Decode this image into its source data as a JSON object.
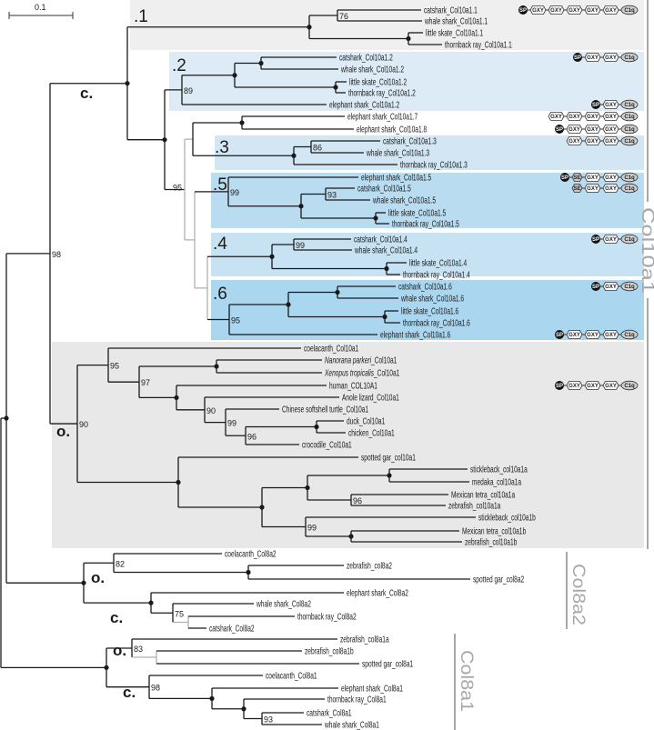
{
  "scale_bar": "0.1",
  "gene_families": [
    "Col10a1",
    "Col8a2",
    "Col8a1"
  ],
  "clade_labels": [
    ".1",
    ".2",
    ".3",
    ".5",
    ".4",
    ".6"
  ],
  "group_labels": [
    "c.",
    "o.",
    "o.",
    "c.",
    "o.",
    "c."
  ],
  "colors": {
    "branch": "#1a1a1a",
    "branch_gray": "#b0b0b0",
    "clade_1_bg": "#efefef",
    "clade_2_bg": "#dcebf5",
    "clade_3_bg": "#d3e6f3",
    "clade_5_bg": "#b9dcf0",
    "clade_4_bg": "#c6e2f3",
    "clade_6_bg": "#aad6ef",
    "osteichthyes_bg": "#e8e8e8",
    "family_label": "#a8a8a8"
  },
  "leaves": [
    {
      "text": "catshark_Col10a1.1"
    },
    {
      "text": "whale shark_Col10a1.1"
    },
    {
      "text": "little skate_Col10a1.1"
    },
    {
      "text": "thornback ray_Col10a1.1"
    },
    {
      "text": "catshark_Col10a1.2"
    },
    {
      "text": "whale shark_Col10a1.2"
    },
    {
      "text": "little skate_Col10a1.2"
    },
    {
      "text": "thornback ray_Col10a1.2"
    },
    {
      "text": "elephant shark_Col10a1.2"
    },
    {
      "text": "elephant shark_Col10a1.7"
    },
    {
      "text": "elephant shark_Col10a1.8"
    },
    {
      "text": "catshark_Col10a1.3"
    },
    {
      "text": "whale shark_Col10a1.3"
    },
    {
      "text": "thornback ray_Col10a1.3"
    },
    {
      "text": "elephant shark_Col10a1.5"
    },
    {
      "text": "catshark_Col10a1.5"
    },
    {
      "text": "whale shark_Col10a1.5"
    },
    {
      "text": "little skate_Col10a1.5"
    },
    {
      "text": "thornback ray_Col10a1.5"
    },
    {
      "text": "catshark_Col10a1.4"
    },
    {
      "text": "whale shark_Col10a1.4"
    },
    {
      "text": "little skate_Col10a1.4"
    },
    {
      "text": "thornback ray_Col10a1.4"
    },
    {
      "text": "catshark_Col10a1.6"
    },
    {
      "text": "whale shark_Col10a1.6"
    },
    {
      "text": "little skate_Col10a1.6"
    },
    {
      "text": "thornback ray_Col10a1.6"
    },
    {
      "text": "elephant shark_Col10a1.6"
    },
    {
      "text": "coelacanth_Col10a1"
    },
    {
      "italic": "Nanorana parkeri",
      "text": "_Col10a1"
    },
    {
      "italic": "Xenopus tropicalis",
      "text": "_Col10a1"
    },
    {
      "text": "human_COL10A1"
    },
    {
      "text": "Anole lizard_Col10a1"
    },
    {
      "text": "Chinese softshell turtle_Col10a1"
    },
    {
      "text": "duck_Col10a1"
    },
    {
      "text": "chicken_Col10a1"
    },
    {
      "text": "crocodile_Col10a1"
    },
    {
      "text": "spotted gar_col10a1"
    },
    {
      "text": "stickleback_col10a1a"
    },
    {
      "text": "medaka_col10a1a"
    },
    {
      "text": "Mexican tetra_col10a1a"
    },
    {
      "text": "zebrafish_col10a1a"
    },
    {
      "text": "stickleback_col10a1b"
    },
    {
      "text": "Mexican tetra_col10a1b"
    },
    {
      "text": "zebrafish_col10a1b"
    },
    {
      "text": "coelacanth_Col8a2"
    },
    {
      "text": "zebrafish_col8a2"
    },
    {
      "text": "spotted gar_col8a2"
    },
    {
      "text": "elephant shark_Col8a2"
    },
    {
      "text": "whale shark_Col8a2"
    },
    {
      "text": "thornback ray_Col8a2"
    },
    {
      "text": "catshark_Col8a2"
    },
    {
      "text": "zebrafish_col8a1a"
    },
    {
      "text": "zebrafish_col8a1b"
    },
    {
      "text": "spotted gar_col8a1"
    },
    {
      "text": "coelacanth_Col8a1"
    },
    {
      "text": "elephant shark_Col8a1"
    },
    {
      "text": "thornback ray_Col8a1"
    },
    {
      "text": "catshark_Col8a1"
    },
    {
      "text": "whale shark_Col8a1"
    }
  ],
  "bootstrap": [
    "76",
    "89",
    "86",
    "93",
    "99",
    "99",
    "95",
    "95",
    "98",
    "95",
    "97",
    "90",
    "99",
    "96",
    "96",
    "99",
    "90",
    "82",
    "75",
    "83",
    "98",
    "93"
  ],
  "domain_architectures": [
    {
      "leaf": "catshark_Col10a1.1",
      "parts": [
        "SP",
        "GXY",
        "GXY",
        "GXY",
        "GXY",
        "GXY",
        "C1q"
      ]
    },
    {
      "leaf": "catshark_Col10a1.2",
      "parts": [
        "SP",
        "GXY",
        "GXY",
        "C1q"
      ]
    },
    {
      "leaf": "elephant shark_Col10a1.2",
      "parts": [
        "SP",
        "GXY",
        "C1q"
      ]
    },
    {
      "leaf": "elephant shark_Col10a1.7",
      "parts": [
        "GXY",
        "GXY",
        "GXY",
        "GXY",
        "C1q"
      ]
    },
    {
      "leaf": "elephant shark_Col10a1.8",
      "parts": [
        "SP",
        "GXY",
        "GXY",
        "GXY",
        "C1q"
      ]
    },
    {
      "leaf": "catshark_Col10a1.3",
      "parts": [
        "GXY",
        "GXY",
        "GXY",
        "C1q"
      ]
    },
    {
      "leaf": "elephant shark_Col10a1.5",
      "parts": [
        "SP",
        "SE",
        "GXY",
        "GXY",
        "C1q"
      ]
    },
    {
      "leaf": "catshark_Col10a1.5",
      "parts": [
        "SE",
        "GXY",
        "GXY",
        "C1q"
      ]
    },
    {
      "leaf": "catshark_Col10a1.4",
      "parts": [
        "SP",
        "GXY",
        "C1q"
      ]
    },
    {
      "leaf": "catshark_Col10a1.6",
      "parts": [
        "SP",
        "GXY",
        "C1q"
      ]
    },
    {
      "leaf": "elephant shark_Col10a1.6",
      "parts": [
        "SP",
        "GXY",
        "GXY",
        "GXY",
        "C1q"
      ]
    },
    {
      "leaf": "human_COL10A1",
      "parts": [
        "SP",
        "GXY",
        "GXY",
        "GXY",
        "C1q"
      ]
    }
  ]
}
